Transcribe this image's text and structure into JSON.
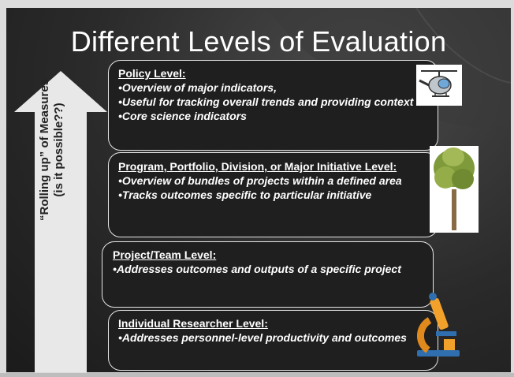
{
  "slide": {
    "title": "Different Levels of Evaluation",
    "arrow_label_line1": "“Rolling up” of Measures",
    "arrow_label_line2": "(is it possible??)",
    "levels": [
      {
        "heading": "Policy Level:",
        "lines": [
          "•Overview of major indicators,",
          "•Useful for tracking overall trends and providing context",
          "•Core science indicators"
        ]
      },
      {
        "heading": "Program, Portfolio,  Division, or Major Initiative Level:",
        "lines": [
          "•Overview of bundles of projects within a defined area",
          "•Tracks outcomes specific to particular initiative"
        ]
      },
      {
        "heading": "Project/Team Level:",
        "lines": [
          "•Addresses outcomes and outputs of a specific project"
        ]
      },
      {
        "heading": "Individual Researcher Level:",
        "lines": [
          "•Addresses personnel-level productivity and outcomes"
        ]
      }
    ],
    "images": {
      "policy": "helicopter-icon",
      "program": "tree-icon",
      "researcher": "microscope-icon"
    },
    "colors": {
      "background": "#2a2a2a",
      "text": "#ffffff",
      "arrow": "#e8e8e8",
      "box_border": "#e6e6e6"
    }
  }
}
